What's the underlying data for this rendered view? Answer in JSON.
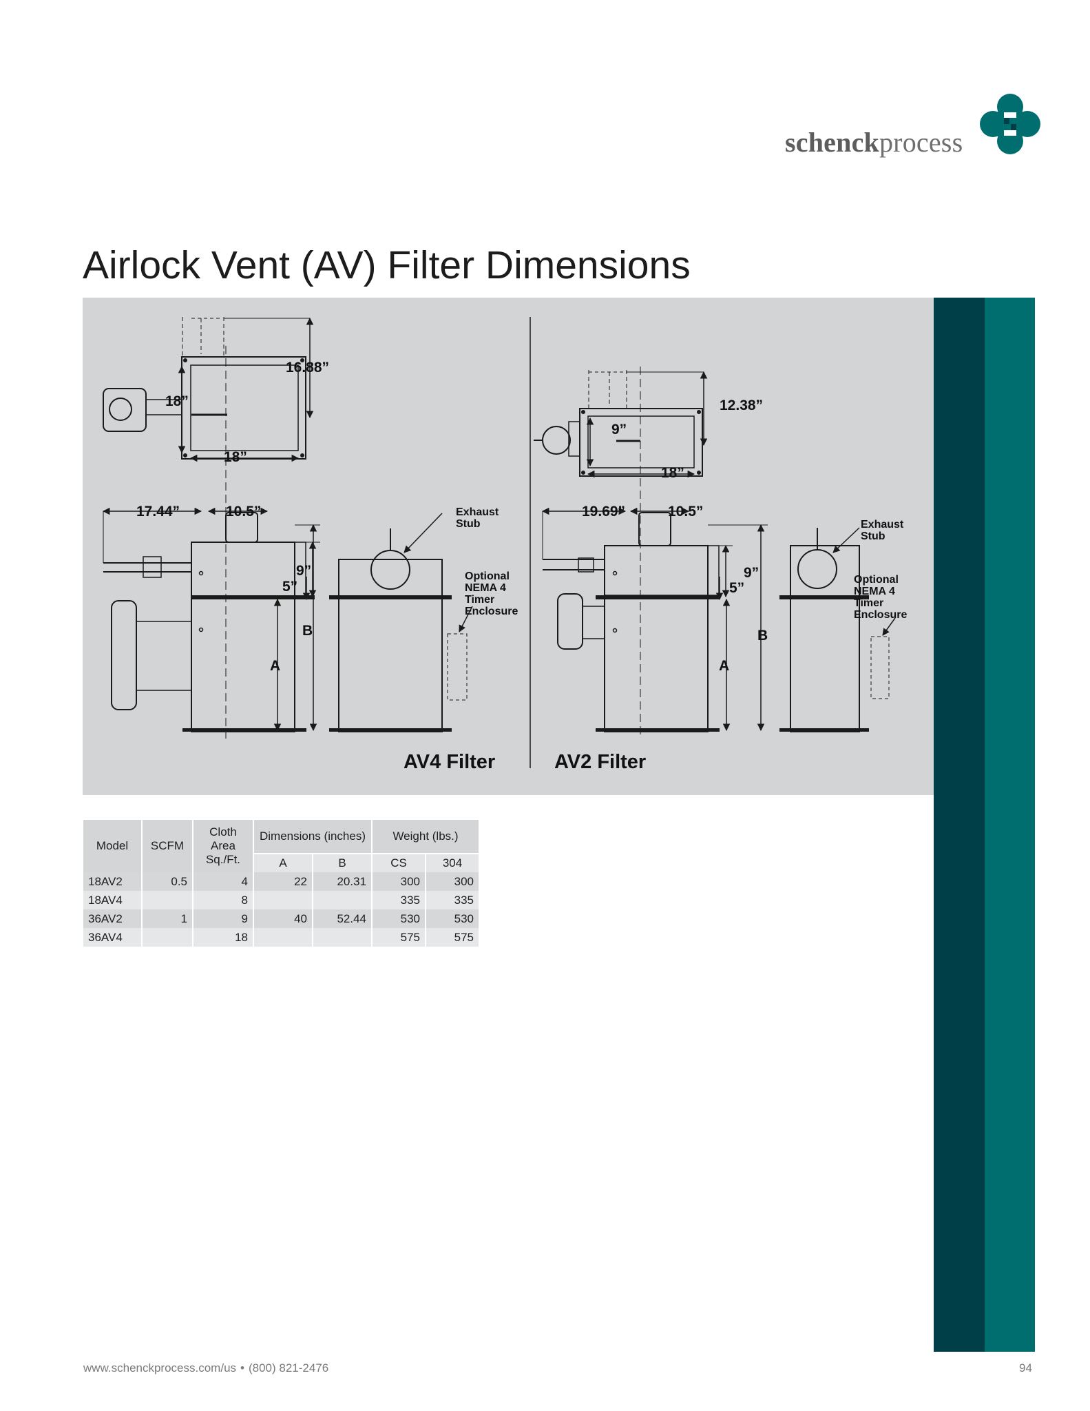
{
  "brand": {
    "name_bold": "schenck",
    "name_light": "process",
    "colors": {
      "dark": "#003f47",
      "teal": "#006e6e",
      "panel": "#d3d4d6"
    }
  },
  "title": "Airlock Vent (AV) Filter Dimensions",
  "drawing": {
    "av4": {
      "caption": "AV4 Filter",
      "top_height": "16.88”",
      "top_side": "18”",
      "top_width": "18”",
      "side_left": "17.44”",
      "side_right": "10.5”",
      "dim_9": "9”",
      "dim_5": "5”",
      "label_a": "A",
      "label_b": "B",
      "exhaust": [
        "Exhaust",
        "Stub"
      ],
      "optional": [
        "Optional",
        "NEMA 4",
        "Timer",
        "Enclosure"
      ]
    },
    "av2": {
      "caption": "AV2 Filter",
      "top_height": "12.38”",
      "top_side": "9”",
      "top_width": "18”",
      "side_left": "19.69”",
      "side_right": "10.5”",
      "dim_9": "9”",
      "dim_5": "5”",
      "label_a": "A",
      "label_b": "B",
      "exhaust": [
        "Exhaust",
        "Stub"
      ],
      "optional": [
        "Optional",
        "NEMA 4",
        "Timer",
        "Enclosure"
      ]
    }
  },
  "table": {
    "headers": {
      "model": "Model",
      "scfm": "SCFM",
      "cloth": [
        "Cloth",
        "Area",
        "Sq./Ft."
      ],
      "dimensions": "Dimensions (inches)",
      "weight": "Weight (lbs.)",
      "a": "A",
      "b": "B",
      "cs": "CS",
      "ss": "304"
    },
    "rows": [
      {
        "model": "18AV2",
        "scfm": "0.5",
        "cloth": "4",
        "a": "22",
        "b": "20.31",
        "cs": "300",
        "ss": "300"
      },
      {
        "model": "18AV4",
        "scfm": "",
        "cloth": "8",
        "a": "",
        "b": "",
        "cs": "335",
        "ss": "335"
      },
      {
        "model": "36AV2",
        "scfm": "1",
        "cloth": "9",
        "a": "40",
        "b": "52.44",
        "cs": "530",
        "ss": "530"
      },
      {
        "model": "36AV4",
        "scfm": "",
        "cloth": "18",
        "a": "",
        "b": "",
        "cs": "575",
        "ss": "575"
      }
    ]
  },
  "footer": {
    "website": "www.schenckprocess.com/us",
    "bullet": "•",
    "phone": "(800) 821-2476",
    "page": "94"
  }
}
